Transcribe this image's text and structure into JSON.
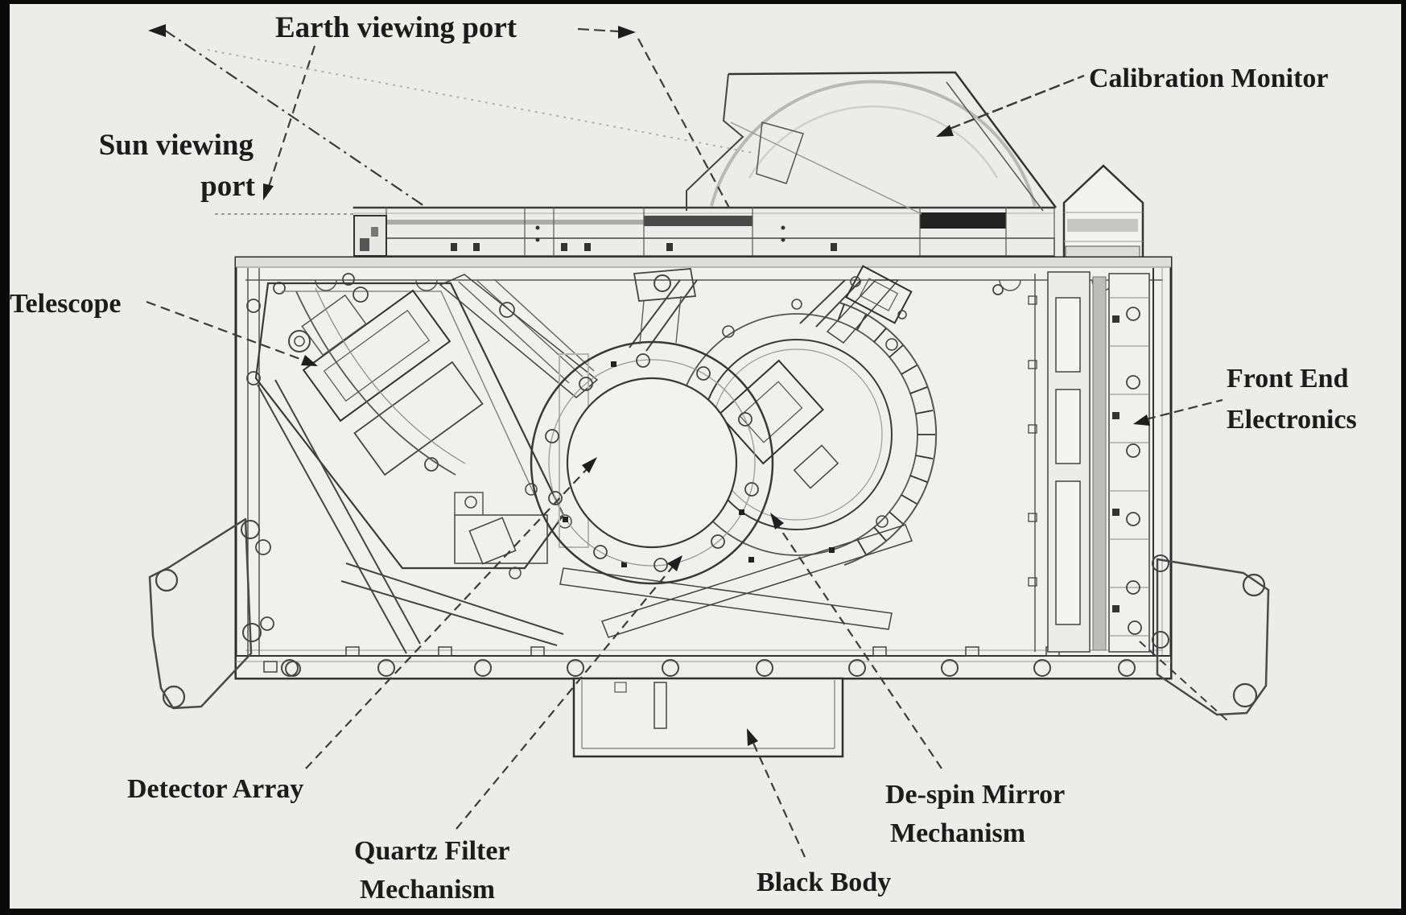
{
  "diagram": {
    "kind": "instrument-cutaway-engineering-drawing",
    "background_color": "#ecedeb",
    "line_color": "#2f2f2f",
    "faint_gray": "#b8b8b8",
    "labels": {
      "earth_viewing_port": "Earth viewing port",
      "sun_viewing_port_line1": "Sun viewing",
      "sun_viewing_port_line2": "port",
      "calibration_monitor": "Calibration Monitor",
      "telescope": "Telescope",
      "front_end_electronics_line1": "Front End",
      "front_end_electronics_line2": "Electronics",
      "detector_array": "Detector Array",
      "quartz_filter_mechanism_line1": "Quartz Filter",
      "quartz_filter_mechanism_line2": "Mechanism",
      "black_body": "Black Body",
      "despin_mirror_mechanism_line1": "De-spin Mirror",
      "despin_mirror_mechanism_line2": "Mechanism"
    }
  }
}
